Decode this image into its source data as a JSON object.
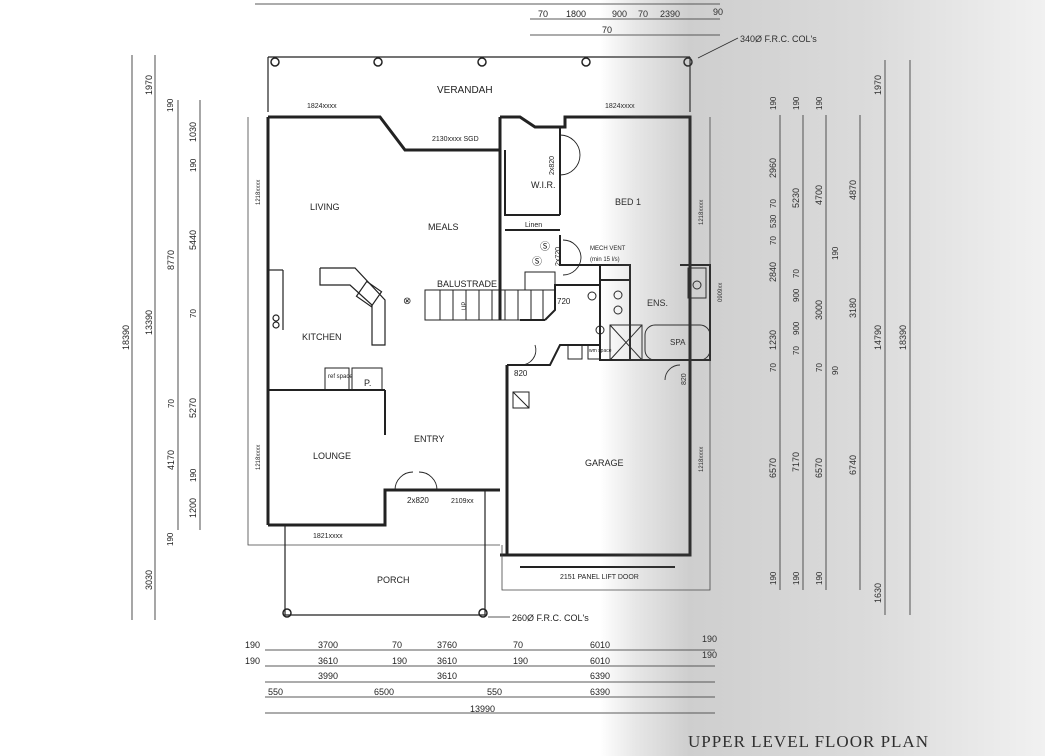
{
  "title": "UPPER LEVEL FLOOR PLAN",
  "notes": {
    "frc_col_top": "340Ø F.R.C. COL's",
    "frc_col_bottom": "260Ø F.R.C. COL's",
    "balustrade": "BALUSTRADE",
    "mech_vent": "MECH VENT",
    "mech_vent_rate": "(min 15 l/s)",
    "panel_door": "2151 PANEL LIFT DOOR",
    "up": "UP"
  },
  "rooms": {
    "verandah": "VERANDAH",
    "living": "LIVING",
    "meals": "MEALS",
    "kitchen": "KITCHEN",
    "lounge": "LOUNGE",
    "entry": "ENTRY",
    "porch": "PORCH",
    "bed1": "BED 1",
    "wir": "W.I.R.",
    "linen": "Linen",
    "ens": "ENS.",
    "spa": "SPA",
    "garage": "GARAGE",
    "pantry": "P.",
    "ref_space": "ref\nspace",
    "wm_space": "wm\nspace"
  },
  "windows": {
    "w_1824a": "1824xxxx",
    "w_1824b": "1824xxxx",
    "w_2130": "2130xxxx SGD",
    "w_1218_left": "1218xxxx",
    "w_1218_lounge": "1218xxxx",
    "w_1821": "1821xxxx",
    "w_2109": "2109xx",
    "w_1218_bed": "1218xxxx",
    "w_1218_garage": "1218xxxx",
    "w_0909": "0909xx"
  },
  "doors": {
    "d_2x820_wir": "2x820",
    "d_2x720": "2x720",
    "d_720": "720",
    "d_820_garage": "820",
    "d_820_right": "820",
    "d_2x820_entry": "2x820"
  },
  "dims_top": [
    "70",
    "1800",
    "900",
    "70",
    "2390",
    "90",
    "70"
  ],
  "dims_left": [
    "1970",
    "190",
    "1030",
    "190",
    "5440",
    "8770",
    "70",
    "13390",
    "18390",
    "70",
    "5270",
    "4170",
    "190",
    "1200",
    "190",
    "3030"
  ],
  "dims_right": [
    "190",
    "190",
    "190",
    "1970",
    "2960",
    "5230",
    "4700",
    "4870",
    "70",
    "530",
    "70",
    "2840",
    "70",
    "190",
    "900",
    "3000",
    "3180",
    "14790",
    "18390",
    "1230",
    "900",
    "70",
    "70",
    "70",
    "90",
    "6570",
    "7170",
    "6570",
    "6740",
    "190",
    "190",
    "190",
    "1630"
  ],
  "dims_bottom": [
    [
      "190",
      "3700",
      "70",
      "3760",
      "70",
      "6010",
      "190"
    ],
    [
      "190",
      "3610",
      "190",
      "3610",
      "190",
      "6010",
      "190"
    ],
    [
      "3990",
      "3610",
      "6390"
    ],
    [
      "550",
      "6500",
      "550",
      "6390"
    ],
    [
      "13990"
    ]
  ],
  "colors": {
    "ink": "#222222",
    "paper": "#ffffff"
  }
}
